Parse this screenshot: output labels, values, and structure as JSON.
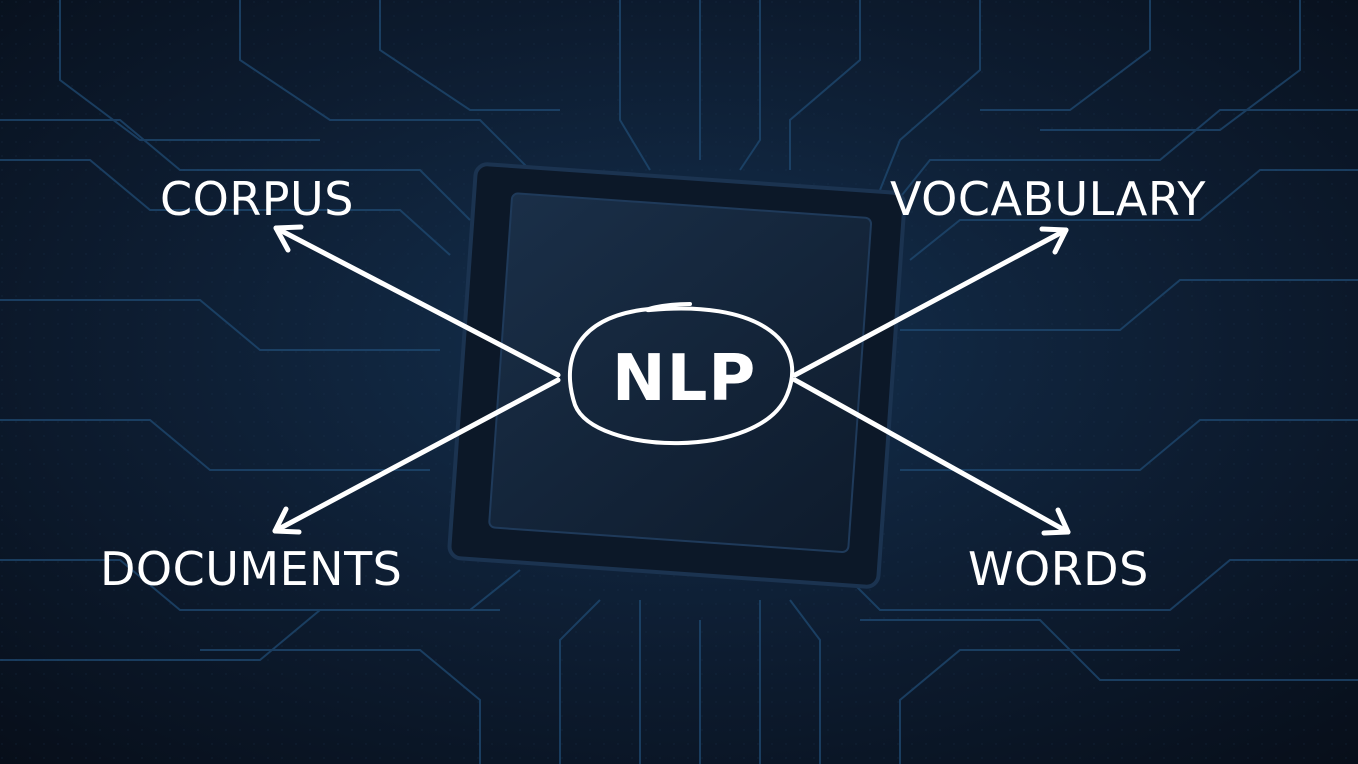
{
  "diagram": {
    "center": {
      "label": "NLP"
    },
    "nodes": [
      {
        "id": "corpus",
        "label": "CORPUS"
      },
      {
        "id": "vocabulary",
        "label": "VOCABULARY"
      },
      {
        "id": "documents",
        "label": "DOCUMENTS"
      },
      {
        "id": "words",
        "label": "WORDS"
      }
    ],
    "edges": [
      {
        "from": "NLP",
        "to": "CORPUS"
      },
      {
        "from": "NLP",
        "to": "VOCABULARY"
      },
      {
        "from": "NLP",
        "to": "DOCUMENTS"
      },
      {
        "from": "NLP",
        "to": "WORDS"
      }
    ]
  },
  "background": {
    "description_color": "#0b1626",
    "trace_color": "#1f4a72",
    "chip_color": "#12233a"
  },
  "colors": {
    "text": "#ffffff",
    "arrow": "#ffffff"
  }
}
